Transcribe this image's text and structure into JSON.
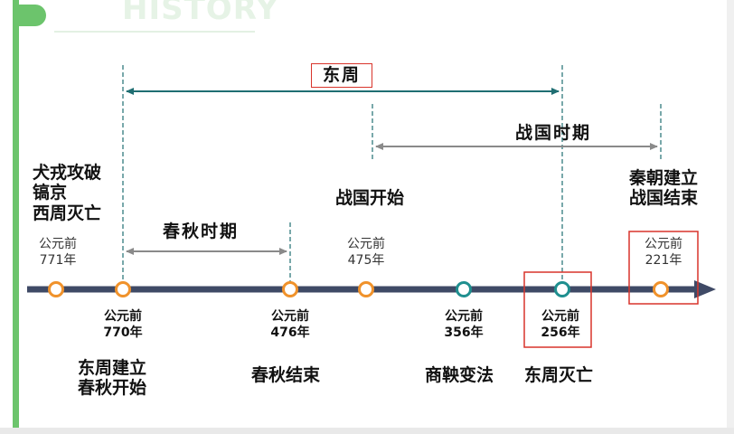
{
  "header": {
    "title": "HISTORY"
  },
  "era_labels": {
    "east_zhou": "东周",
    "warring_states": "战国时期",
    "spring_autumn": "春秋时期"
  },
  "events_top": {
    "e771": "犬戎攻破\n镐京\n西周灭亡",
    "e475": "战国开始",
    "e221": "秦朝建立\n战国结束"
  },
  "dates_top": {
    "d771": "公元前\n771年",
    "d475": "公元前\n475年",
    "d221": "公元前\n221年"
  },
  "dates_bottom": {
    "d770": "公元前\n770年",
    "d476": "公元前\n476年",
    "d356": "公元前\n356年",
    "d256": "公元前\n256年"
  },
  "events_bottom": {
    "e770": "东周建立\n春秋开始",
    "e476": "春秋结束",
    "e356": "商鞅变法",
    "e256": "东周灭亡"
  },
  "colors": {
    "axis": "#3f4a66",
    "orange_node": "#f0922b",
    "teal_node": "#1f8f8f",
    "span_arrow_dark": "#1f6e72",
    "span_arrow_gray": "#8a8a8a",
    "highlight_box": "#d9342b"
  }
}
